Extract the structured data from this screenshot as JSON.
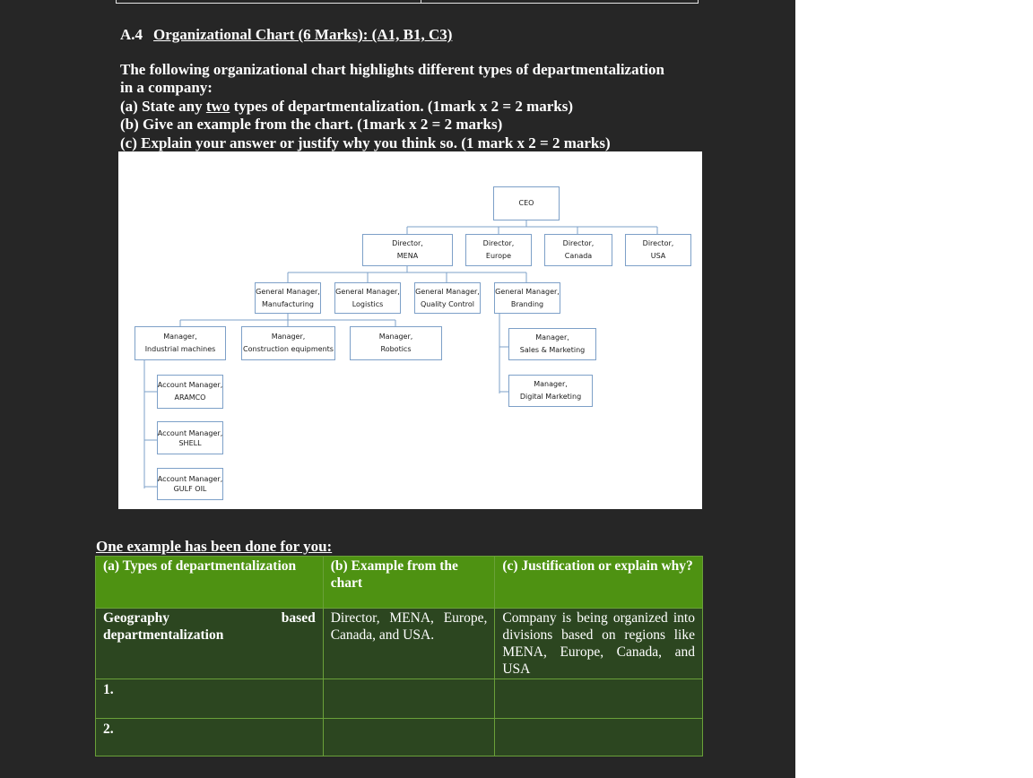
{
  "section": {
    "number": "A.4",
    "title": "Organizational Chart (6 Marks): (A1, B1, C3)"
  },
  "intro": {
    "line1": "The following organizational chart highlights different types of departmentalization",
    "line2": "in a company:"
  },
  "questions": {
    "a_before": "(a) State any ",
    "a_under": "two",
    "a_after": " types of departmentalization. (1mark x 2 = 2 marks)",
    "b": "(b) Give an example from the chart. (1mark x 2 = 2 marks)",
    "c": "(c) Explain your answer or justify why you think so. (1 mark x 2 = 2 marks)"
  },
  "org_chart": {
    "ceo": "CEO",
    "directors": [
      {
        "l1": "Director,",
        "l2": "MENA"
      },
      {
        "l1": "Director,",
        "l2": "Europe"
      },
      {
        "l1": "Director,",
        "l2": "Canada"
      },
      {
        "l1": "Director,",
        "l2": "USA"
      }
    ],
    "general_managers": [
      {
        "l1": "General Manager,",
        "l2": "Manufacturing"
      },
      {
        "l1": "General Manager,",
        "l2": "Logistics"
      },
      {
        "l1": "General Manager,",
        "l2": "Quality Control"
      },
      {
        "l1": "General Manager,",
        "l2": "Branding"
      }
    ],
    "managers": [
      {
        "l1": "Manager,",
        "l2": "Industrial machines"
      },
      {
        "l1": "Manager,",
        "l2": "Construction equipments"
      },
      {
        "l1": "Manager,",
        "l2": "Robotics"
      },
      {
        "l1": "Manager,",
        "l2": "Sales & Marketing"
      },
      {
        "l1": "Manager,",
        "l2": "Digital Marketing"
      }
    ],
    "account_managers": [
      {
        "l1": "Account Manager,",
        "l2": "ARAMCO"
      },
      {
        "l1": "Account Manager,",
        "l2": "SHELL"
      },
      {
        "l1": "Account Manager,",
        "l2": "GULF OIL"
      }
    ]
  },
  "example": {
    "label": "One example has been done for you:",
    "headers": [
      "(a) Types of departmentalization",
      "(b) Example from the chart",
      "(c) Justification or explain why?"
    ],
    "row1": {
      "type_word1": "Geography",
      "type_word2": "based",
      "type_line2": "departmentalization",
      "example": "Director, MENA, Europe, Canada, and USA.",
      "justification": "Company is being organized into divisions based on regions like MENA, Europe, Canada, and USA"
    },
    "row2_num": "1.",
    "row3_num": "2."
  },
  "colors": {
    "page_bg": "#262626",
    "header_green": "#4e9212",
    "body_green": "#2c4620",
    "box_border": "#7da0c8"
  }
}
